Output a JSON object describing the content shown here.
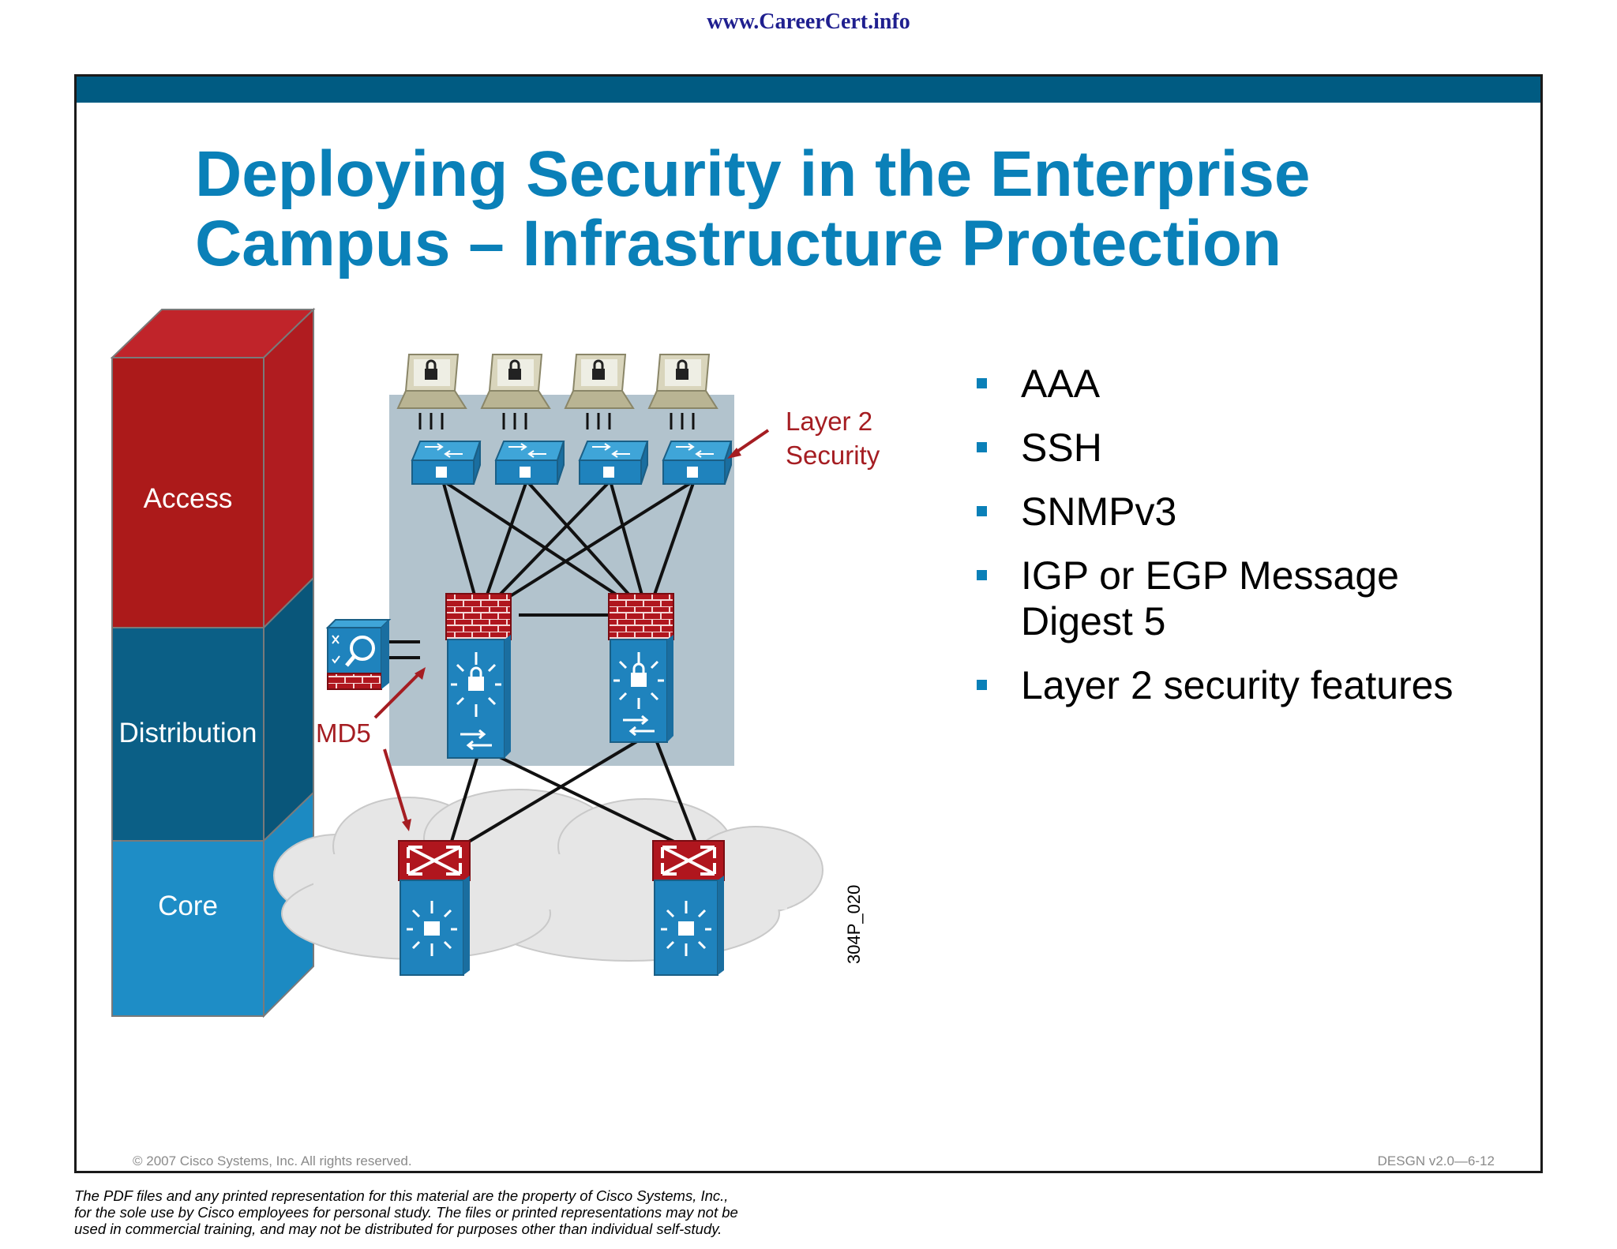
{
  "header": {
    "url": "www.CareerCert.info"
  },
  "slide": {
    "title_line1": "Deploying Security in the Enterprise",
    "title_line2": "Campus – Infrastructure Protection",
    "accent_color": "#0a80b8",
    "band_color": "#005b82"
  },
  "diagram": {
    "layers": [
      {
        "label": "Access",
        "color": "#ac1a1a"
      },
      {
        "label": "Distribution",
        "color": "#0b5f86"
      },
      {
        "label": "Core",
        "color": "#1e8dc6"
      }
    ],
    "callout_layer2": {
      "line1": "Layer 2",
      "line2": "Security"
    },
    "callout_md5": "MD5",
    "figure_code": "304P_020",
    "icons": [
      "laptop-lock-icon",
      "switch-icon",
      "firewall-icon",
      "multilayer-switch-icon",
      "ids-sensor-icon",
      "core-router-icon",
      "cloud-icon"
    ]
  },
  "bullets": [
    {
      "line1": "AAA"
    },
    {
      "line1": "SSH"
    },
    {
      "line1": "SNMPv3"
    },
    {
      "line1": "IGP or EGP Message",
      "line2": "Digest 5"
    },
    {
      "line1": "Layer 2 security features"
    }
  ],
  "footer": {
    "copyright": "© 2007 Cisco Systems, Inc. All rights reserved.",
    "course_id": "DESGN v2.0—6-12"
  },
  "disclaimer": {
    "line1": "The PDF files and any printed representation for this material are the property of Cisco Systems, Inc.,",
    "line2": "for the sole use by Cisco employees for personal study. The files or printed representations may not be",
    "line3": "used in commercial training, and may not be distributed for purposes other than individual self-study."
  }
}
